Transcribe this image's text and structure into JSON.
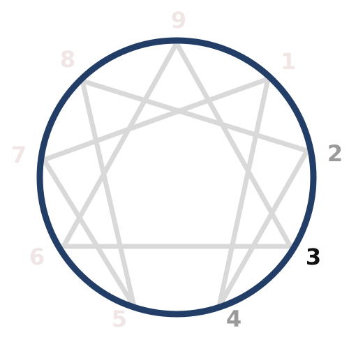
{
  "enneagram": {
    "points": [
      {
        "label": "9",
        "color": "#f1e6e6"
      },
      {
        "label": "1",
        "color": "#f1e6e6"
      },
      {
        "label": "2",
        "color": "#9a9a9a"
      },
      {
        "label": "3",
        "color": "#111111"
      },
      {
        "label": "4",
        "color": "#9a9a9a"
      },
      {
        "label": "5",
        "color": "#f1e6e6"
      },
      {
        "label": "6",
        "color": "#f1e6e6"
      },
      {
        "label": "7",
        "color": "#f1e6e6"
      },
      {
        "label": "8",
        "color": "#f1e6e6"
      }
    ],
    "circle_color": "#223d66",
    "line_color": "#d9d9d9"
  }
}
